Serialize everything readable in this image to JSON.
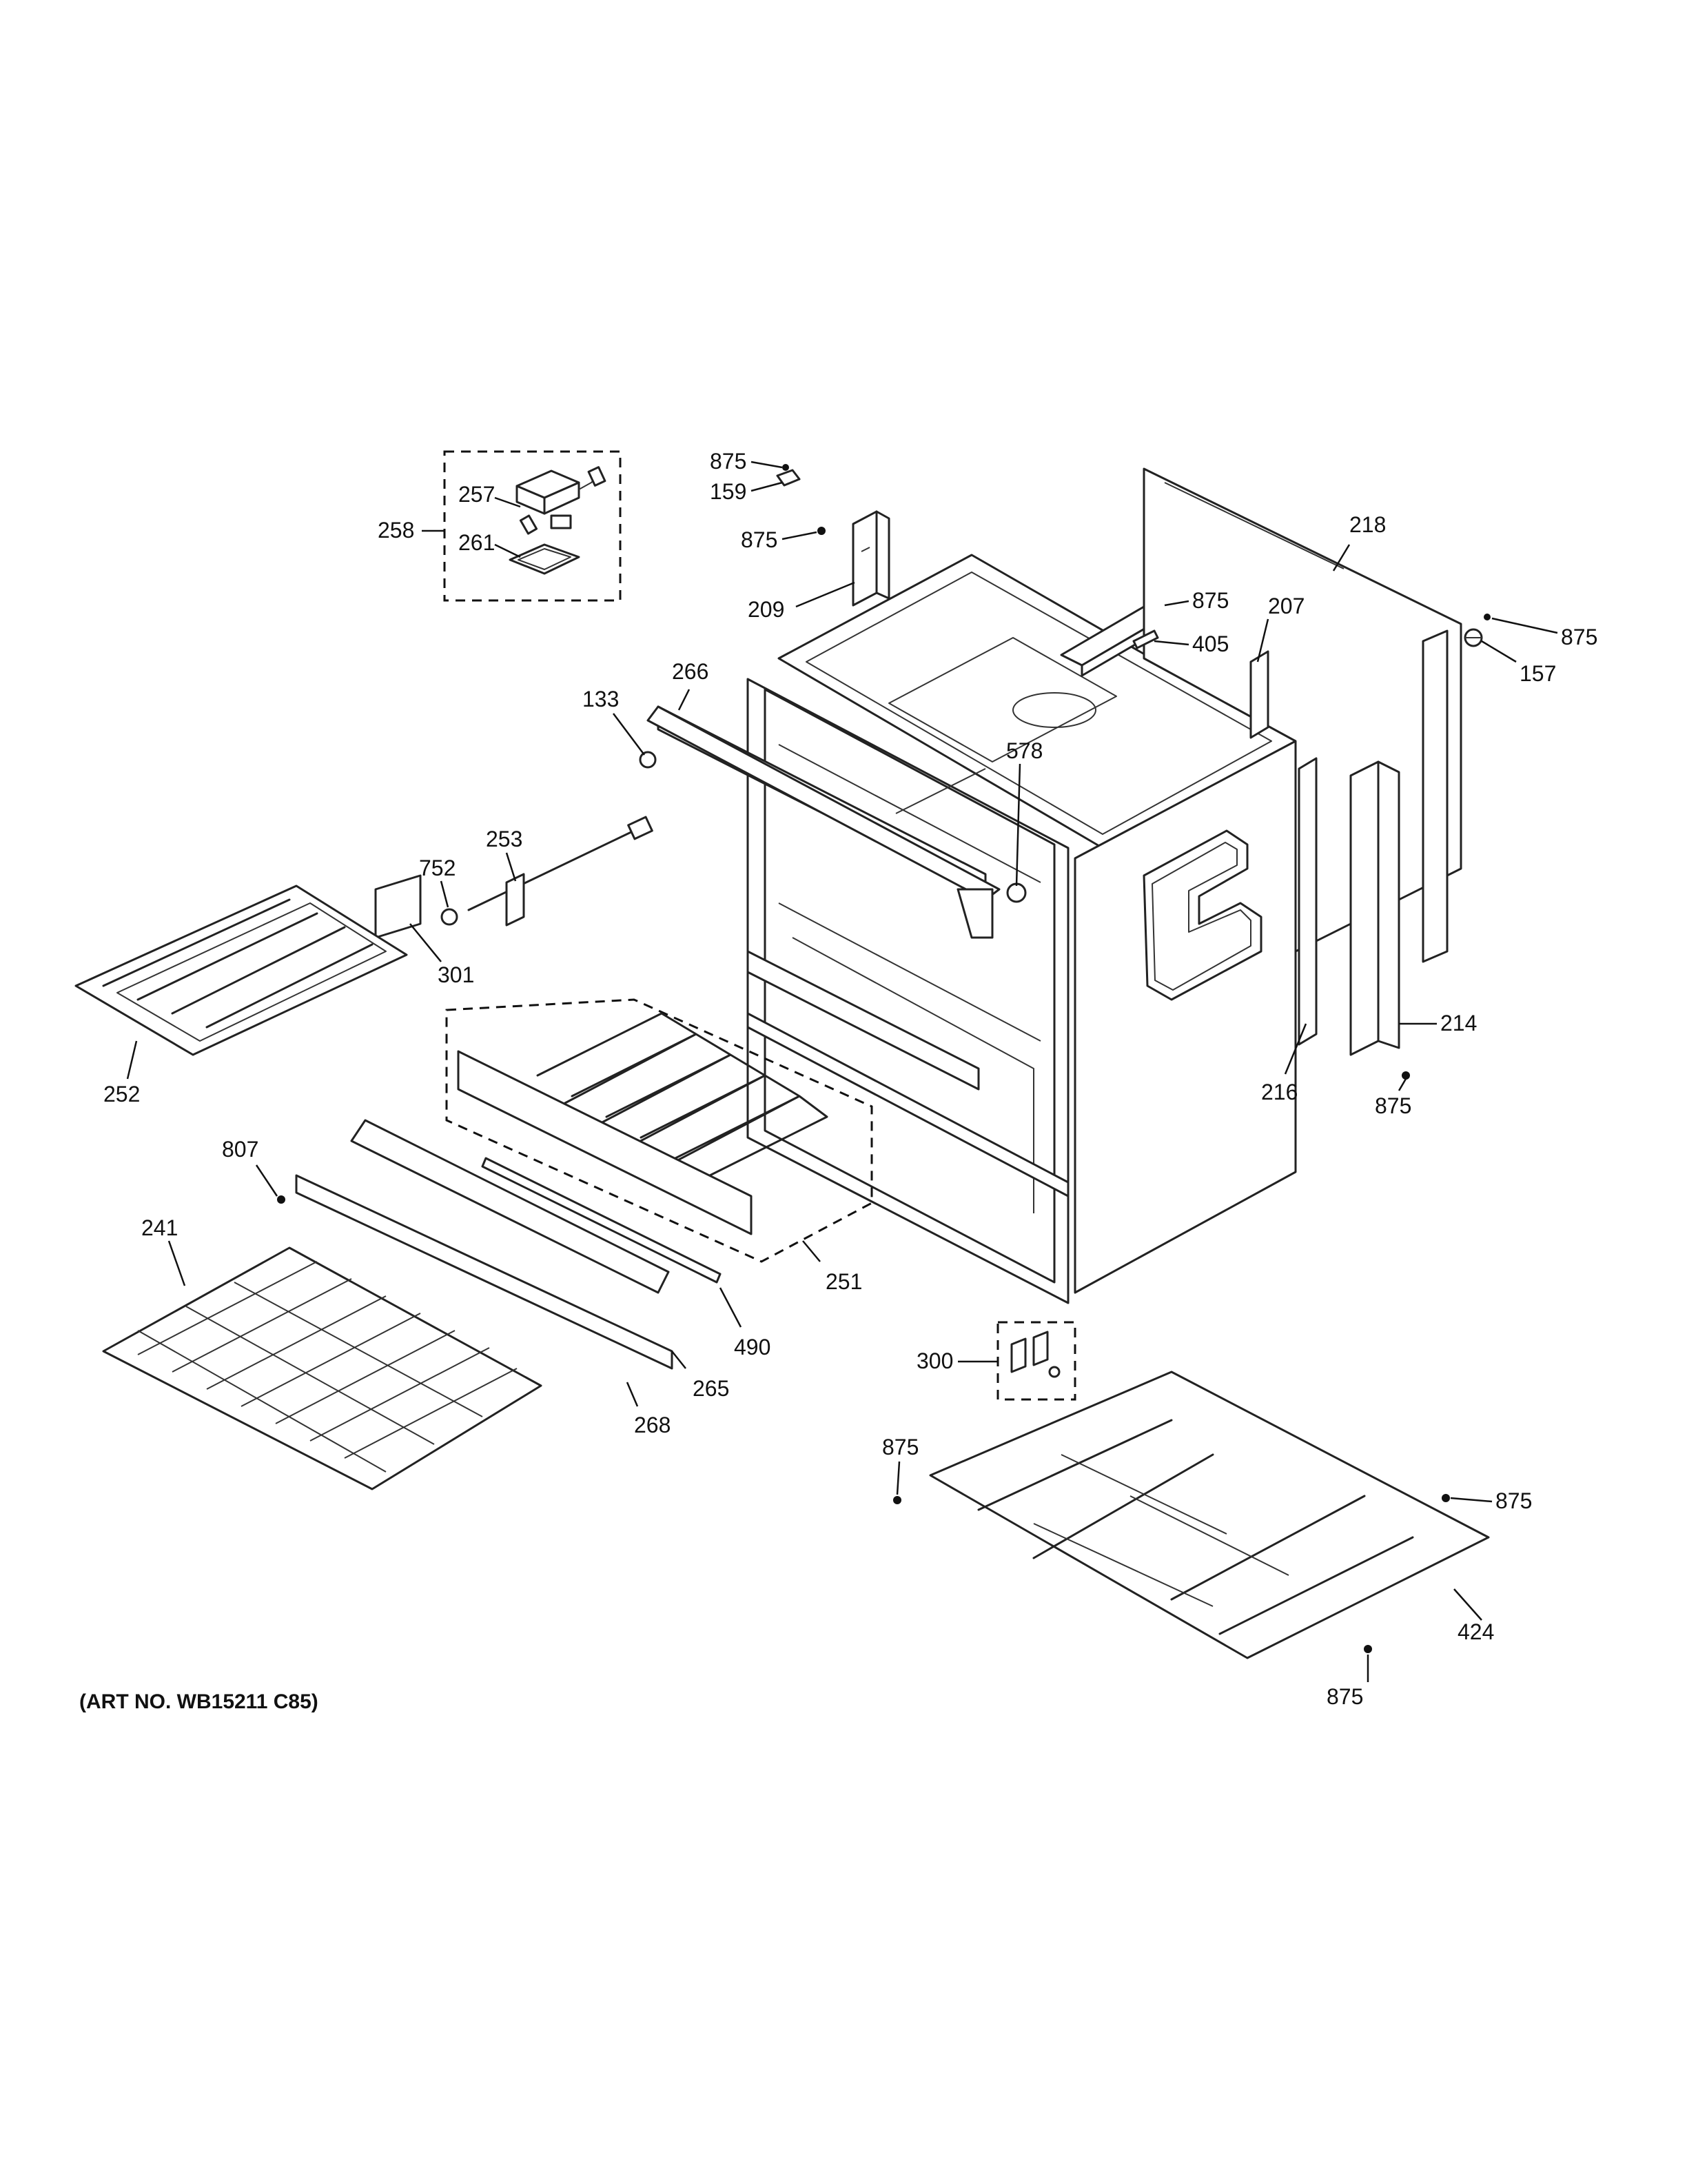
{
  "art_number": "(ART NO. WB15211 C85)",
  "callouts": {
    "c875a": "875",
    "c159": "159",
    "c875b": "875",
    "c209": "209",
    "c257": "257",
    "c258": "258",
    "c261": "261",
    "c218": "218",
    "c875c": "875",
    "c207": "207",
    "c405": "405",
    "c875d": "875",
    "c157": "157",
    "c266": "266",
    "c133": "133",
    "c578": "578",
    "c253": "253",
    "c752": "752",
    "c301": "301",
    "c252": "252",
    "c216": "216",
    "c214": "214",
    "c875e": "875",
    "c807": "807",
    "c241": "241",
    "c251": "251",
    "c490": "490",
    "c265": "265",
    "c268": "268",
    "c300": "300",
    "c875f": "875",
    "c875g": "875",
    "c424": "424",
    "c875h": "875"
  }
}
